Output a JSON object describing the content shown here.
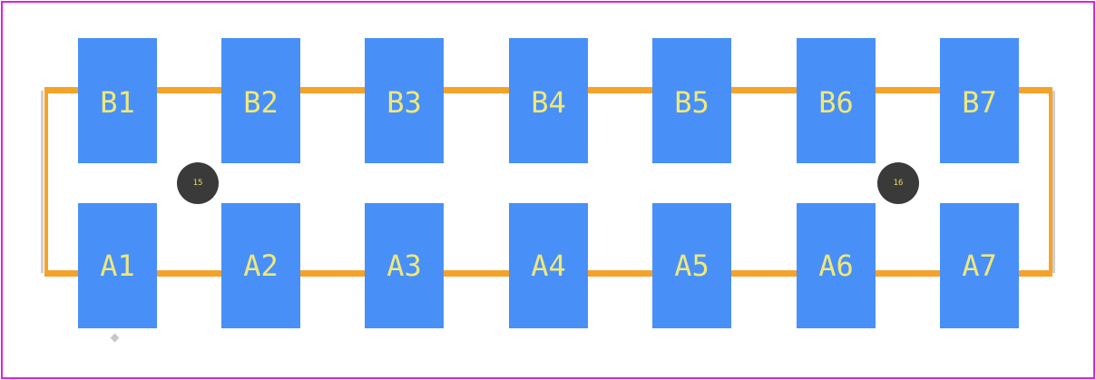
{
  "colors": {
    "frame": "#e020e0",
    "pad": "#4890f8",
    "pad_text": "#f0e878",
    "trace": "#f5a22a",
    "via": "#3a3a3a",
    "via_text": "#e8d85a"
  },
  "pads_top": [
    "B1",
    "B2",
    "B3",
    "B4",
    "B5",
    "B6",
    "B7"
  ],
  "pads_bottom": [
    "A1",
    "A2",
    "A3",
    "A4",
    "A5",
    "A6",
    "A7"
  ],
  "vias": [
    "15",
    "16"
  ]
}
